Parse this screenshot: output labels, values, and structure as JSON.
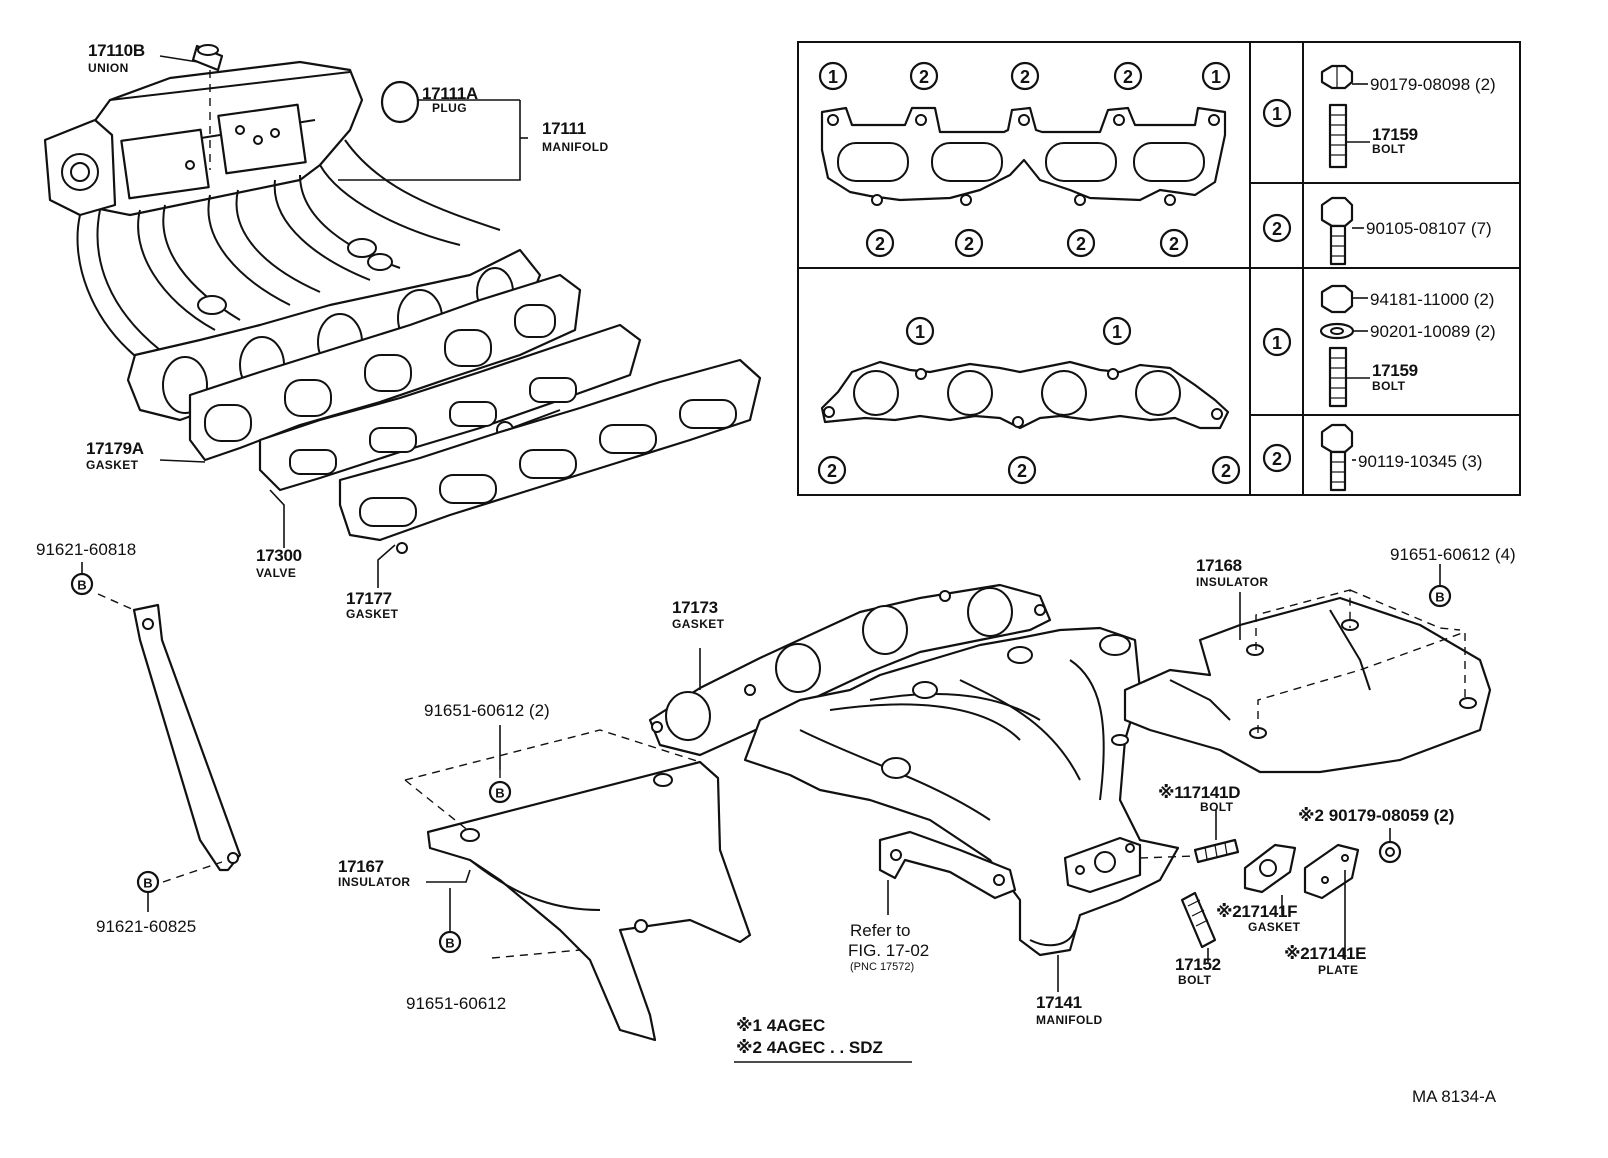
{
  "labels": {
    "p17110b": "17110B",
    "union": "UNION",
    "p17111a": "17111A",
    "plug": "PLUG",
    "p17111": "17111",
    "manifold_intake": "MANIFOLD",
    "p17179a": "17179A",
    "gasket_a": "GASKET",
    "p17300": "17300",
    "valve": "VALVE",
    "p17177": "17177",
    "gasket_177": "GASKET",
    "p91621_60818": "91621-60818",
    "p91621_60825": "91621-60825",
    "p91651_60612_2": "91651-60612 (2)",
    "p91651_60612": "91651-60612",
    "p91651_60612_4": "91651-60612 (4)",
    "p17167": "17167",
    "insulator_167": "INSULATOR",
    "p17173": "17173",
    "gasket_173": "GASKET",
    "p17168": "17168",
    "insulator_168": "INSULATOR",
    "p17141d": "※117141D",
    "bolt_d": "BOLT",
    "p90179_08059": "※2 90179-08059 (2)",
    "p17141f": "※217141F",
    "gasket_f": "GASKET",
    "p17141e": "※217141E",
    "plate_e": "PLATE",
    "p17152": "17152",
    "bolt_152": "BOLT",
    "p17141": "17141",
    "manifold_exhaust": "MANIFOLD",
    "refer_to": "Refer to",
    "fig": "FIG. 17-02",
    "pnc": "(PNC 17572)",
    "note1": "※1 4AGEC",
    "note2": "※2 4AGEC . . SDZ",
    "code": "MA  8134-A",
    "b": "B"
  },
  "table": {
    "one": "1",
    "two": "2",
    "r1": "90179-08098 (2)",
    "r1b": "17159",
    "r1bn": "BOLT",
    "r2": "90105-08107 (7)",
    "r3a": "94181-11000 (2)",
    "r3b": "90201-10089 (2)",
    "r3c": "17159",
    "r3cn": "BOLT",
    "r4": "90119-10345 (3)"
  }
}
